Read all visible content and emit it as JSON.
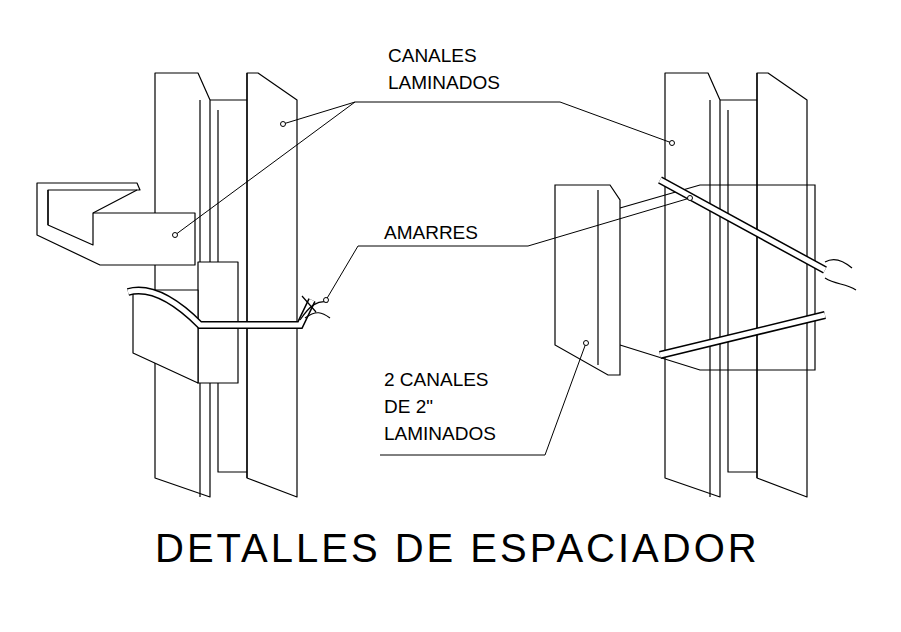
{
  "diagram": {
    "title": "DETALLES DE ESPACIADOR",
    "labels": [
      "CANALES LAMINADOS",
      "AMARRES",
      "2 CANALES DE 2\" LAMINADOS"
    ]
  }
}
